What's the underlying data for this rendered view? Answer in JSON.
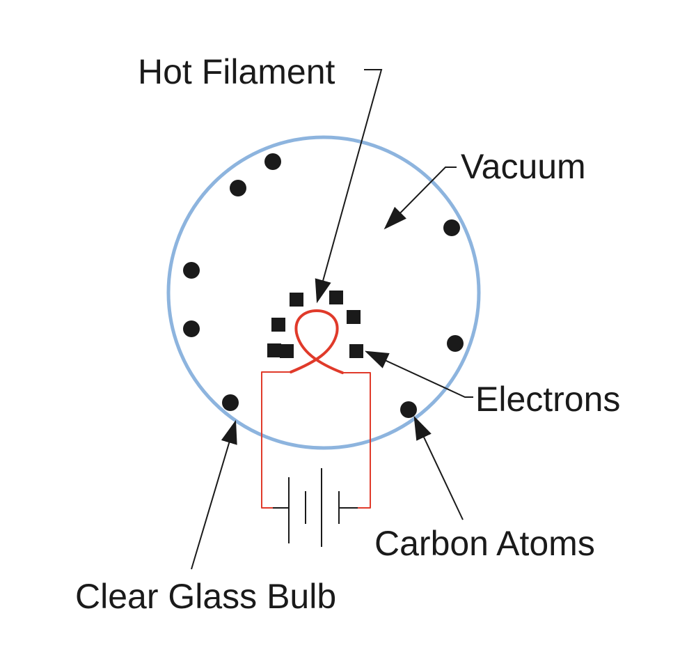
{
  "labels": {
    "hot_filament": "Hot Filament",
    "vacuum": "Vacuum",
    "electrons": "Electrons",
    "carbon_atoms": "Carbon Atoms",
    "clear_glass_bulb": "Clear Glass Bulb"
  },
  "colors": {
    "bulb_outline": "#8db4de",
    "filament_wire": "#e03a2a",
    "ink": "#1a1a1a"
  }
}
